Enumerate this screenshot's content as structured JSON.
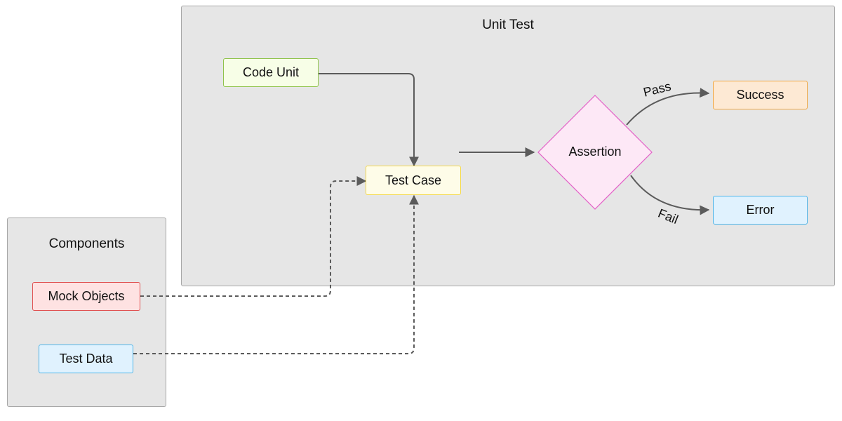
{
  "groups": {
    "unit_test": "Unit Test",
    "components": "Components"
  },
  "nodes": {
    "code_unit": "Code Unit",
    "test_case": "Test Case",
    "assertion": "Assertion",
    "success": "Success",
    "error": "Error",
    "mock_objects": "Mock Objects",
    "test_data": "Test Data"
  },
  "edge_labels": {
    "pass": "Pass",
    "fail": "Fail"
  },
  "colors": {
    "group_fill": "#e6e6e6",
    "group_border": "#a6a6a6",
    "code_unit_fill": "#f7fee7",
    "code_unit_border": "#8fc34a",
    "test_case_fill": "#fefce8",
    "test_case_border": "#f5d949",
    "assertion_fill": "#fde8f6",
    "assertion_border": "#e35fc7",
    "success_fill": "#fde9d4",
    "success_border": "#f0a742",
    "error_fill": "#e0f2fe",
    "error_border": "#4db4e8",
    "mock_fill": "#fee2e2",
    "mock_border": "#e05252",
    "test_data_fill": "#e0f2fe",
    "test_data_border": "#4db4e8",
    "edge": "#5b5b5b"
  }
}
